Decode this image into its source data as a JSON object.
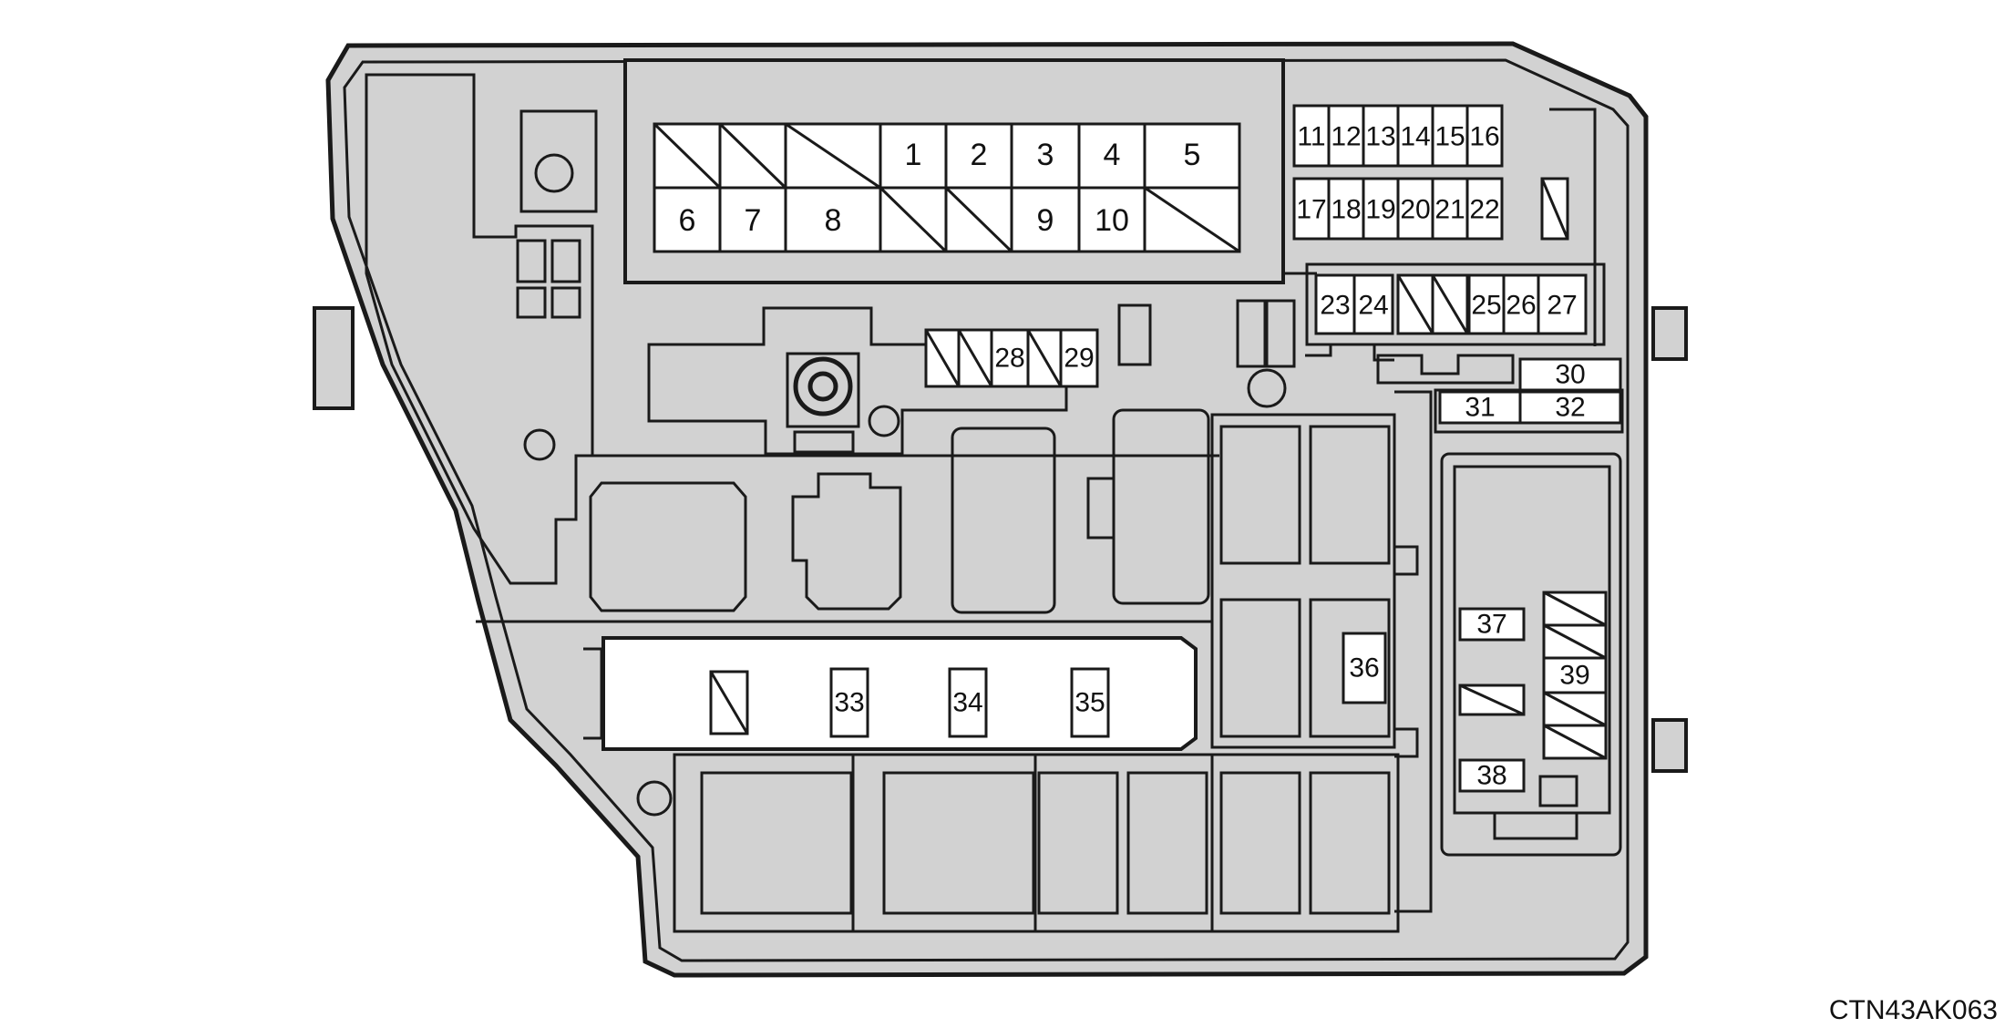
{
  "diagram": {
    "fuses": {
      "f1": "1",
      "f2": "2",
      "f3": "3",
      "f4": "4",
      "f5": "5",
      "f6": "6",
      "f7": "7",
      "f8": "8",
      "f9": "9",
      "f10": "10",
      "f11": "11",
      "f12": "12",
      "f13": "13",
      "f14": "14",
      "f15": "15",
      "f16": "16",
      "f17": "17",
      "f18": "18",
      "f19": "19",
      "f20": "20",
      "f21": "21",
      "f22": "22",
      "f23": "23",
      "f24": "24",
      "f25": "25",
      "f26": "26",
      "f27": "27",
      "f28": "28",
      "f29": "29",
      "f30": "30",
      "f31": "31",
      "f32": "32",
      "f33": "33",
      "f34": "34",
      "f35": "35",
      "f36": "36",
      "f37": "37",
      "f38": "38",
      "f39": "39"
    },
    "code": "CTN43AK063",
    "colors": {
      "body": "#d2d2d2",
      "line": "#1a1a1a",
      "slot": "#ffffff",
      "background": "#ffffff"
    }
  }
}
